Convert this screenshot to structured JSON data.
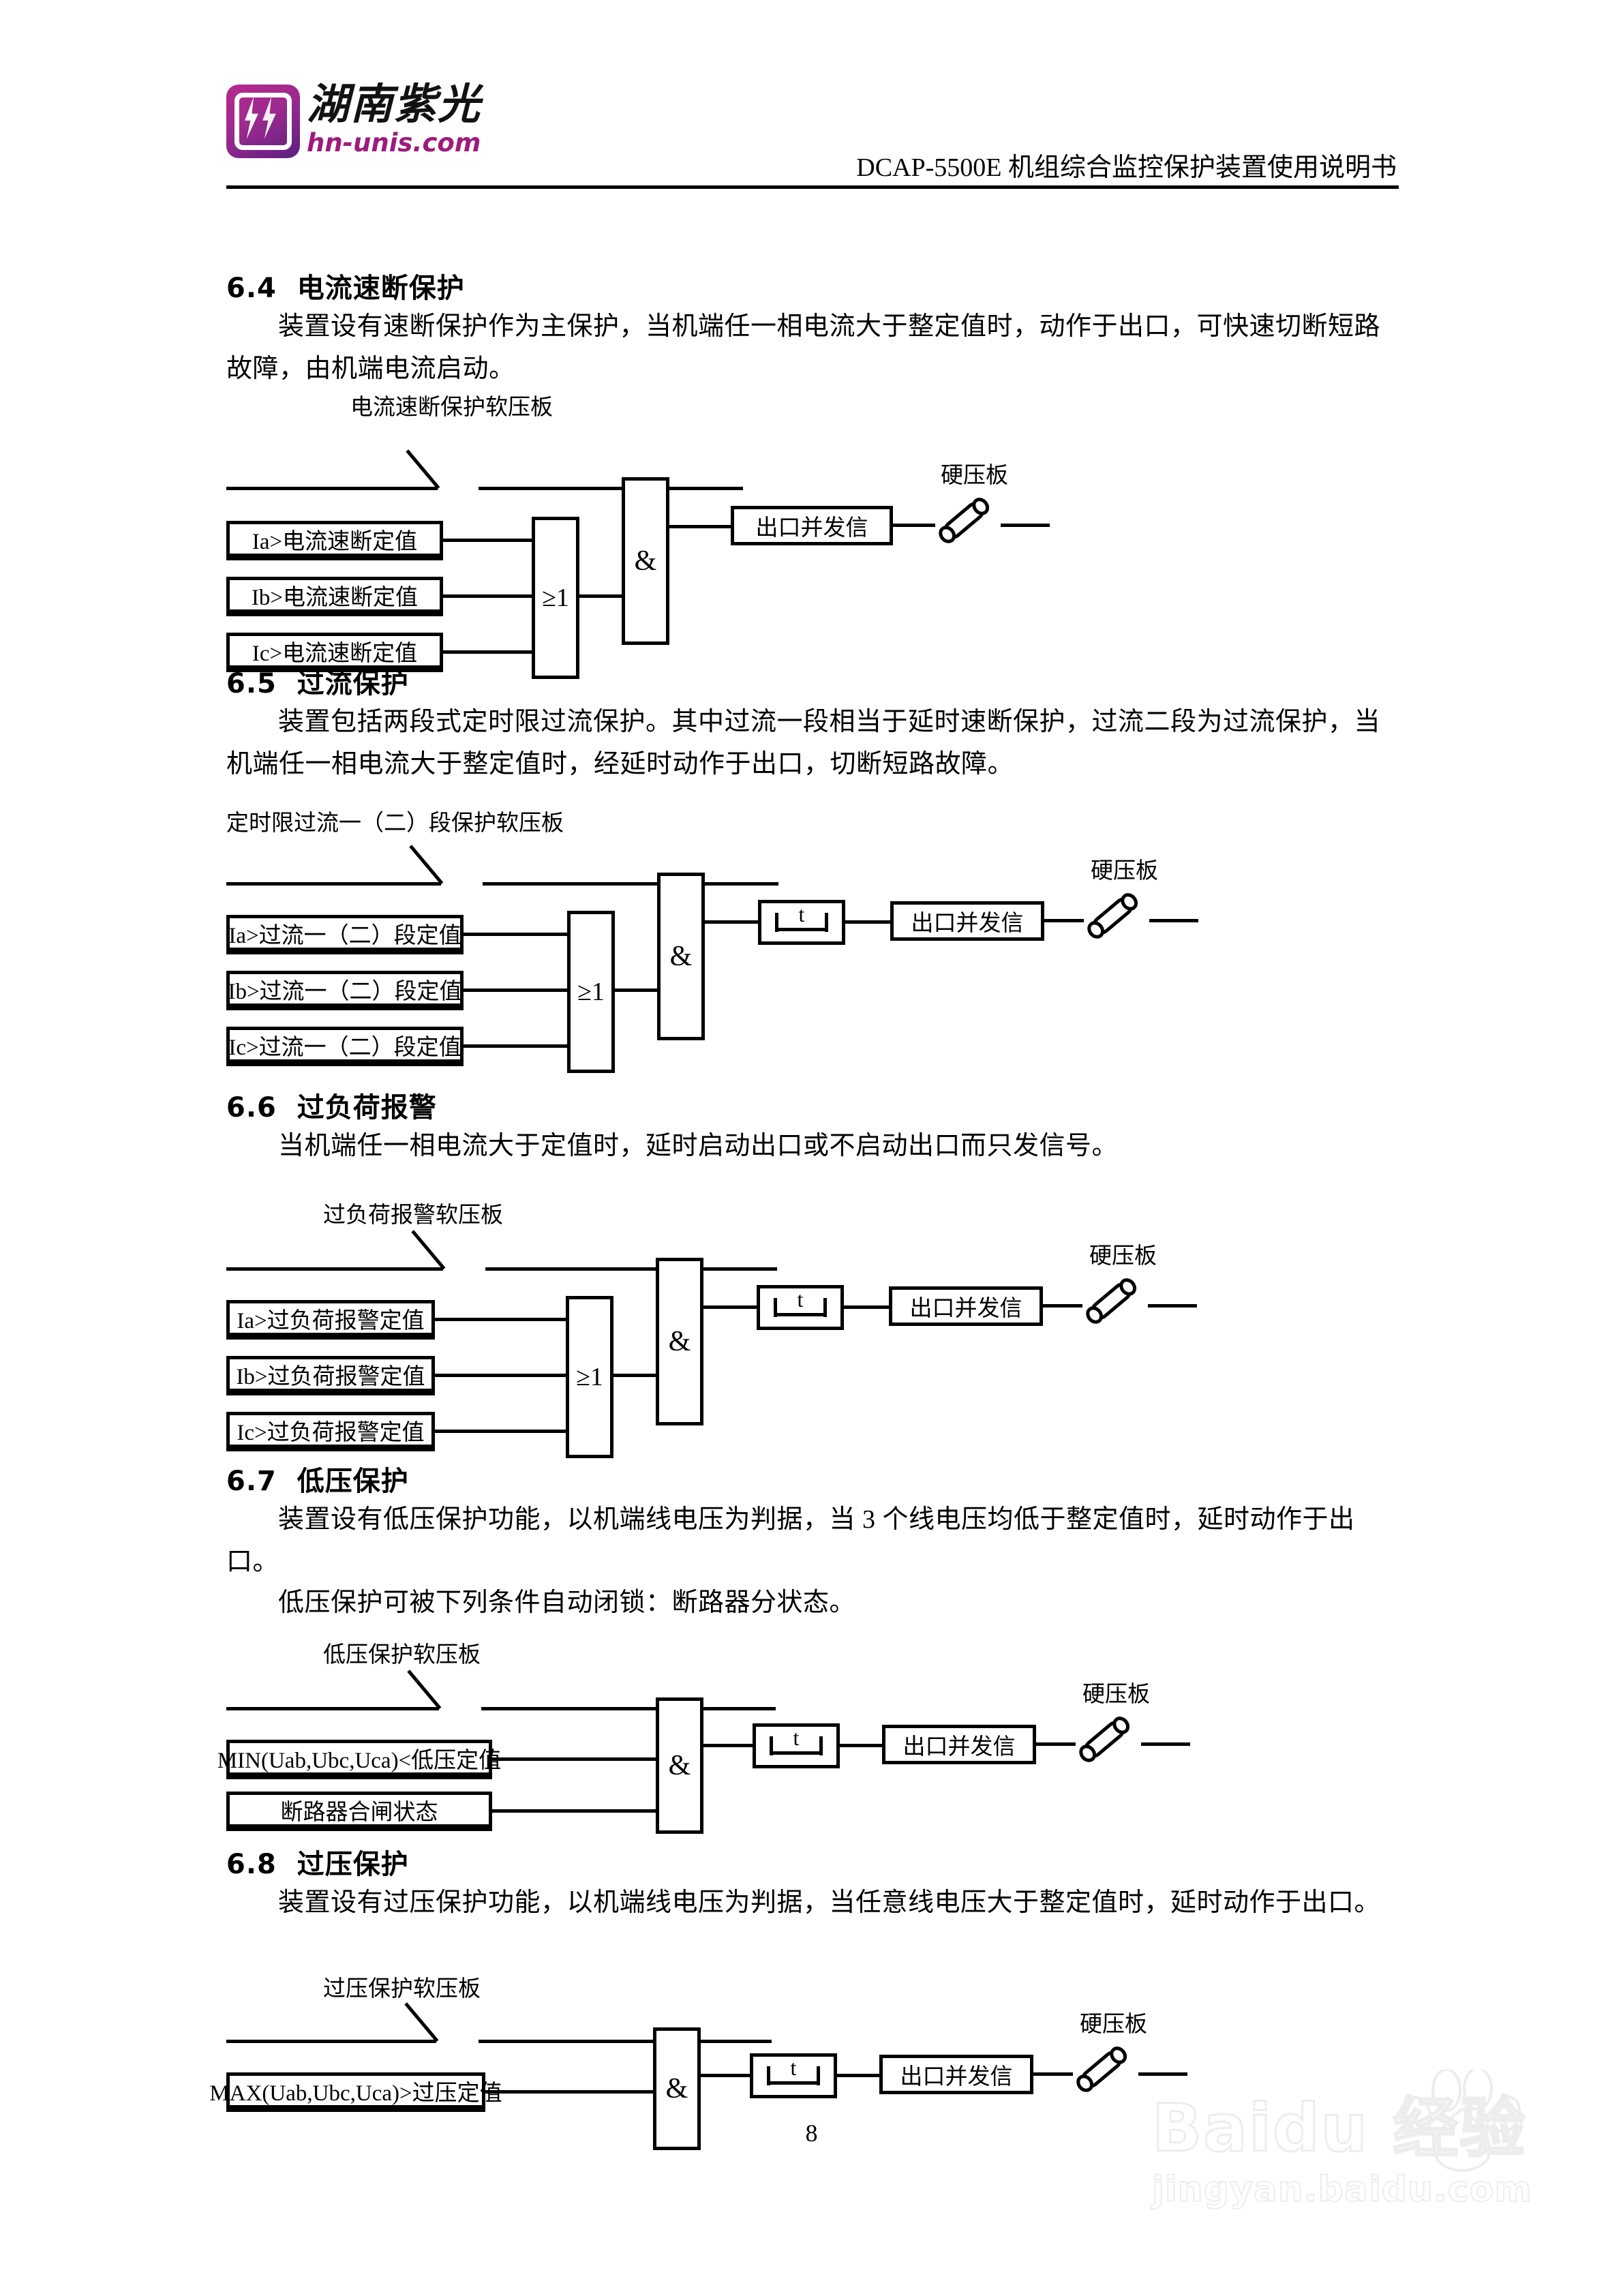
{
  "header": {
    "logo_cn": "湖南紫光",
    "logo_url": "hn-unis.com",
    "title": "DCAP-5500E 机组综合监控保护装置使用说明书"
  },
  "sections": [
    {
      "number": "6.4",
      "heading": "电流速断保护",
      "body": "装置设有速断保护作为主保护，当机端任一相电流大于整定值时，动作于出口，可快速切断短路故障，由机端电流启动。"
    },
    {
      "number": "6.5",
      "heading": "过流保护",
      "body": "装置包括两段式定时限过流保护。其中过流一段相当于延时速断保护，过流二段为过流保护，当机端任一相电流大于整定值时，经延时动作于出口，切断短路故障。"
    },
    {
      "number": "6.6",
      "heading": "过负荷报警",
      "body": "当机端任一相电流大于定值时，延时启动出口或不启动出口而只发信号。"
    },
    {
      "number": "6.7",
      "heading": "低压保护",
      "body": "装置设有低压保护功能，以机端线电压为判据，当 3 个线电压均低于整定值时，延时动作于出口。",
      "body2": "低压保护可被下列条件自动闭锁：断路器分状态。"
    },
    {
      "number": "6.8",
      "heading": "过压保护",
      "body": "装置设有过压保护功能，以机端线电压为判据，当任意线电压大于整定值时，延时动作于出口。"
    }
  ],
  "diagrams": {
    "d64": {
      "soft_plate_label": "电流速断保护软压板",
      "inputs": [
        "Ia>电流速断定值",
        "Ib>电流速断定值",
        "Ic>电流速断定值"
      ],
      "or_gate": "≥1",
      "and_gate": "&",
      "output_box": "出口并发信",
      "hard_plate_label": "硬压板"
    },
    "d65": {
      "soft_plate_label": "定时限过流一（二）段保护软压板",
      "inputs": [
        "Ia>过流一（二）段定值",
        "Ib>过流一（二）段定值",
        "Ic>过流一（二）段定值"
      ],
      "or_gate": "≥1",
      "and_gate": "&",
      "timer": "t",
      "output_box": "出口并发信",
      "hard_plate_label": "硬压板"
    },
    "d66": {
      "soft_plate_label": "过负荷报警软压板",
      "inputs": [
        "Ia>过负荷报警定值",
        "Ib>过负荷报警定值",
        "Ic>过负荷报警定值"
      ],
      "or_gate": "≥1",
      "and_gate": "&",
      "timer": "t",
      "output_box": "出口并发信",
      "hard_plate_label": "硬压板"
    },
    "d67": {
      "soft_plate_label": "低压保护软压板",
      "inputs": [
        "MIN(Uab,Ubc,Uca)<低压定值",
        "断路器合闸状态"
      ],
      "and_gate": "&",
      "timer": "t",
      "output_box": "出口并发信",
      "hard_plate_label": "硬压板"
    },
    "d68": {
      "soft_plate_label": "过压保护软压板",
      "inputs": [
        "MAX(Uab,Ubc,Uca)>过压定值"
      ],
      "and_gate": "&",
      "timer": "t",
      "output_box": "出口并发信",
      "hard_plate_label": "硬压板"
    }
  },
  "footer": {
    "page_number": "8"
  },
  "watermark": {
    "brand": "Baidu 经验",
    "url": "jingyan.baidu.com"
  }
}
